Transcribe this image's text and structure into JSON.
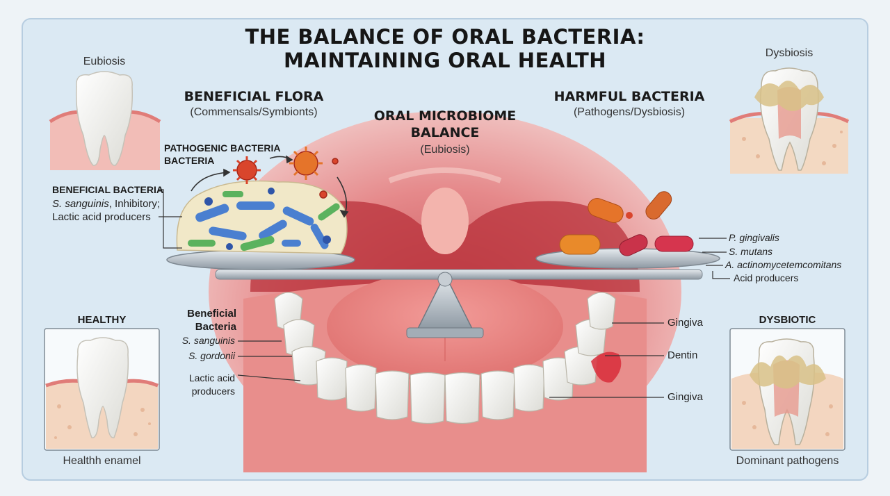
{
  "title": {
    "line1": "THE BALANCE OF ORAL BACTERIA:",
    "line2": "MAINTAINING ORAL HEALTH"
  },
  "corners": {
    "top_left": "Eubiosis",
    "top_right": "Dysbiosis",
    "bottom_left_title": "HEALTHY",
    "bottom_left_caption": "Healthh enamel",
    "bottom_right_title": "DYSBIOTIC",
    "bottom_right_caption": "Dominant pathogens"
  },
  "beneficial": {
    "heading": "BENEFICIAL FLORA",
    "subheading": "(Commensals/Symbionts)"
  },
  "harmful": {
    "heading": "HARMFUL BACTERIA",
    "subheading": "(Pathogens/Dysbiosis)"
  },
  "center": {
    "heading_line1": "ORAL MICROBIOME",
    "heading_line2": "BALANCE",
    "subheading": "(Eubiosis)"
  },
  "left_pan": {
    "pathogenic_line1": "PATHOGENIC BACTERIA",
    "pathogenic_line2": "BACTERIA",
    "beneficial_heading": "BENEFICIAL BACTERIA",
    "beneficial_species": "S. sanguinis",
    "beneficial_species_rest": ", Inhibitory;",
    "beneficial_line3": "Lactic acid producers"
  },
  "right_pan": {
    "labels": [
      "P. gingivalis",
      "S. mutans",
      "A. actinomycetemcomitans",
      "Acid producers"
    ]
  },
  "lower_left": {
    "heading_line1": "Beneficial",
    "heading_line2": "Bacteria",
    "species": [
      "S. sanguinis",
      "S. gordonii"
    ],
    "extra_line1": "Lactic acid",
    "extra_line2": "producers"
  },
  "lower_right": {
    "labels": [
      "Gingiva",
      "Dentin",
      "Gingiva"
    ]
  },
  "colors": {
    "panel": "#dbe9f3",
    "gum": "#e88e8c",
    "beneficial_blue": "#4a7fd0",
    "beneficial_green": "#5bb25e",
    "pathogen_red": "#d9452c",
    "pathogen_orange": "#e5742a",
    "scale_metal": "#9aa4ad"
  }
}
